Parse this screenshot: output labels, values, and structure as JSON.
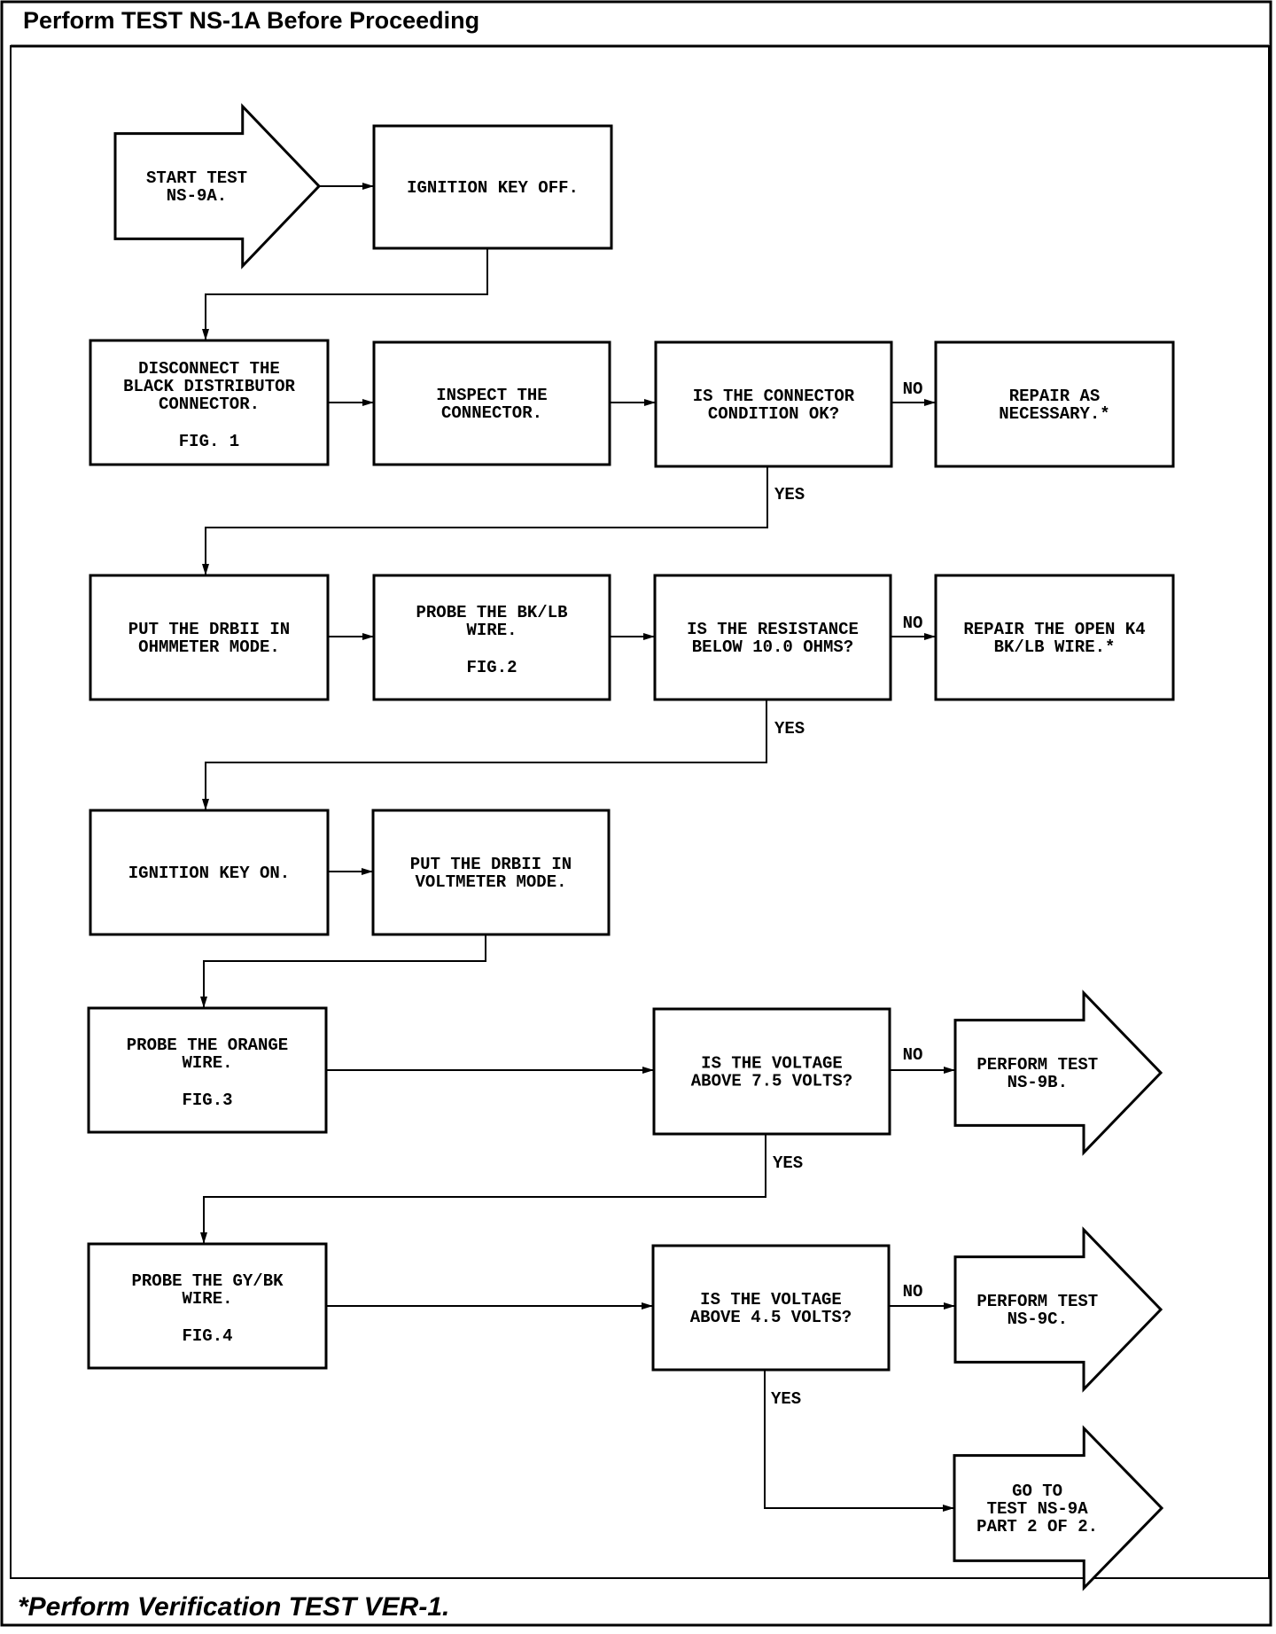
{
  "header": {
    "title": "Perform TEST NS-1A Before Proceeding"
  },
  "footer": {
    "note": "*Perform Verification TEST VER-1."
  },
  "nodes": [
    {
      "id": "start",
      "shape": "arrow",
      "lines": [
        "START TEST",
        "NS-9A."
      ]
    },
    {
      "id": "key_off",
      "shape": "box",
      "lines": [
        "IGNITION KEY OFF."
      ]
    },
    {
      "id": "disconnect",
      "shape": "box",
      "lines": [
        "DISCONNECT THE",
        "BLACK DISTRIBUTOR",
        "CONNECTOR."
      ],
      "fig": "FIG. 1"
    },
    {
      "id": "inspect",
      "shape": "box",
      "lines": [
        "INSPECT THE",
        "CONNECTOR."
      ]
    },
    {
      "id": "q_connector",
      "shape": "box",
      "lines": [
        "IS THE CONNECTOR",
        "CONDITION OK?"
      ]
    },
    {
      "id": "repair_nec",
      "shape": "box",
      "lines": [
        "REPAIR AS",
        "NECESSARY.*"
      ]
    },
    {
      "id": "ohm_mode",
      "shape": "box",
      "lines": [
        "PUT THE DRBII IN",
        "OHMMETER MODE."
      ]
    },
    {
      "id": "probe_bklb",
      "shape": "box",
      "lines": [
        "PROBE THE BK/LB",
        "WIRE."
      ],
      "fig": "FIG.2"
    },
    {
      "id": "q_resistance",
      "shape": "box",
      "lines": [
        "IS THE RESISTANCE",
        "BELOW 10.0 OHMS?"
      ]
    },
    {
      "id": "repair_open",
      "shape": "box",
      "lines": [
        "REPAIR THE OPEN K4",
        "BK/LB WIRE.*"
      ]
    },
    {
      "id": "key_on",
      "shape": "box",
      "lines": [
        "IGNITION KEY ON."
      ]
    },
    {
      "id": "volt_mode",
      "shape": "box",
      "lines": [
        "PUT THE DRBII IN",
        "VOLTMETER MODE."
      ]
    },
    {
      "id": "probe_orange",
      "shape": "box",
      "lines": [
        "PROBE THE ORANGE",
        "WIRE."
      ],
      "fig": "FIG.3"
    },
    {
      "id": "q_volt75",
      "shape": "box",
      "lines": [
        "IS THE VOLTAGE",
        "ABOVE 7.5 VOLTS?"
      ]
    },
    {
      "id": "test_9b",
      "shape": "arrow",
      "lines": [
        "PERFORM TEST",
        "NS-9B."
      ]
    },
    {
      "id": "probe_gybk",
      "shape": "box",
      "lines": [
        "PROBE THE GY/BK",
        "WIRE."
      ],
      "fig": "FIG.4"
    },
    {
      "id": "q_volt45",
      "shape": "box",
      "lines": [
        "IS THE VOLTAGE",
        "ABOVE 4.5 VOLTS?"
      ]
    },
    {
      "id": "test_9c",
      "shape": "arrow",
      "lines": [
        "PERFORM TEST",
        "NS-9C."
      ]
    },
    {
      "id": "goto_9a2",
      "shape": "arrow",
      "lines": [
        "GO TO",
        "TEST NS-9A",
        "PART 2 OF 2."
      ]
    }
  ],
  "edges": [
    {
      "from": "start",
      "to": "key_off",
      "label": ""
    },
    {
      "from": "key_off",
      "to": "disconnect",
      "label": ""
    },
    {
      "from": "disconnect",
      "to": "inspect",
      "label": ""
    },
    {
      "from": "inspect",
      "to": "q_connector",
      "label": ""
    },
    {
      "from": "q_connector",
      "to": "repair_nec",
      "label": "NO"
    },
    {
      "from": "q_connector",
      "to": "ohm_mode",
      "label": "YES"
    },
    {
      "from": "ohm_mode",
      "to": "probe_bklb",
      "label": ""
    },
    {
      "from": "probe_bklb",
      "to": "q_resistance",
      "label": ""
    },
    {
      "from": "q_resistance",
      "to": "repair_open",
      "label": "NO"
    },
    {
      "from": "q_resistance",
      "to": "key_on",
      "label": "YES"
    },
    {
      "from": "key_on",
      "to": "volt_mode",
      "label": ""
    },
    {
      "from": "volt_mode",
      "to": "probe_orange",
      "label": ""
    },
    {
      "from": "probe_orange",
      "to": "q_volt75",
      "label": ""
    },
    {
      "from": "q_volt75",
      "to": "test_9b",
      "label": "NO"
    },
    {
      "from": "q_volt75",
      "to": "probe_gybk",
      "label": "YES"
    },
    {
      "from": "probe_gybk",
      "to": "q_volt45",
      "label": ""
    },
    {
      "from": "q_volt45",
      "to": "test_9c",
      "label": "NO"
    },
    {
      "from": "q_volt45",
      "to": "goto_9a2",
      "label": "YES"
    }
  ]
}
